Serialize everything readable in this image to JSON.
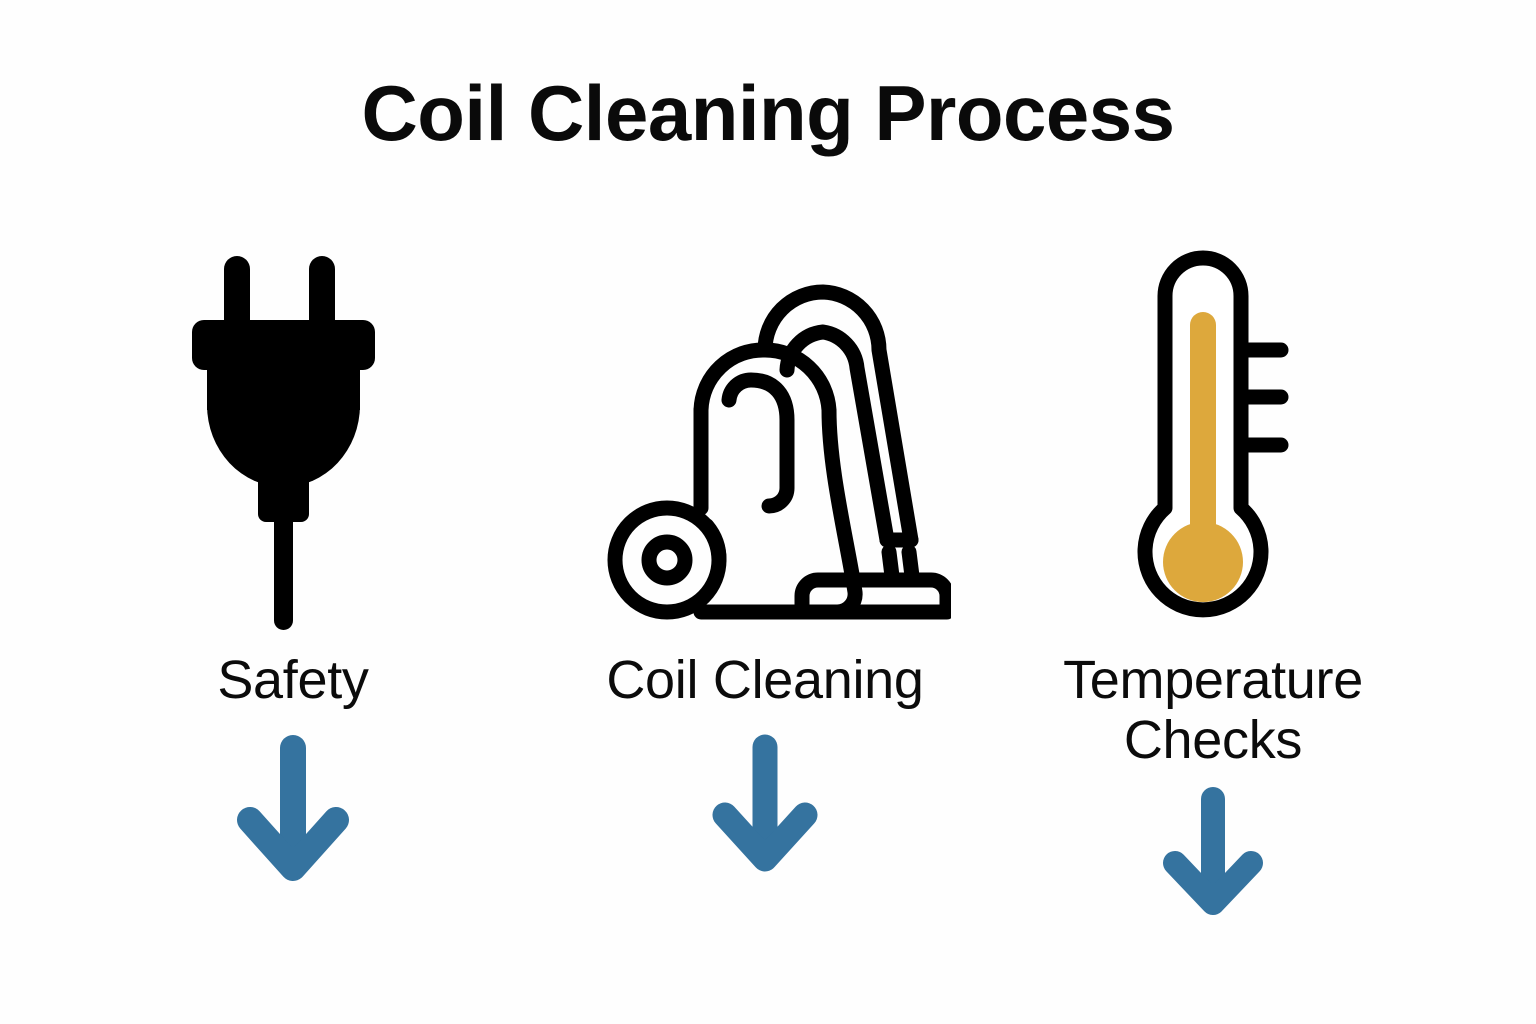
{
  "title": "Coil Cleaning Process",
  "theme": {
    "background": "#ffffff",
    "text_color": "#0a0a0a",
    "arrow_color": "#35739F",
    "accent_gold": "#DDA83C",
    "icon_stroke": "#000000"
  },
  "steps": [
    {
      "label": "Safety",
      "icon": "power-plug-icon",
      "icon_style": "solid-black",
      "arrow": "down-arrow-icon"
    },
    {
      "label": "Coil Cleaning",
      "icon": "vacuum-cleaner-icon",
      "icon_style": "outline-black",
      "arrow": "down-arrow-icon"
    },
    {
      "label": "Temperature Checks",
      "icon": "thermometer-icon",
      "icon_style": "outline-black-gold-fill",
      "arrow": "down-arrow-icon"
    }
  ],
  "chart_data": {
    "type": "diagram",
    "title": "Coil Cleaning Process",
    "categories": [
      "Safety",
      "Coil Cleaning",
      "Temperature Checks"
    ],
    "flow": "vertical-downward-arrows",
    "legend": []
  }
}
